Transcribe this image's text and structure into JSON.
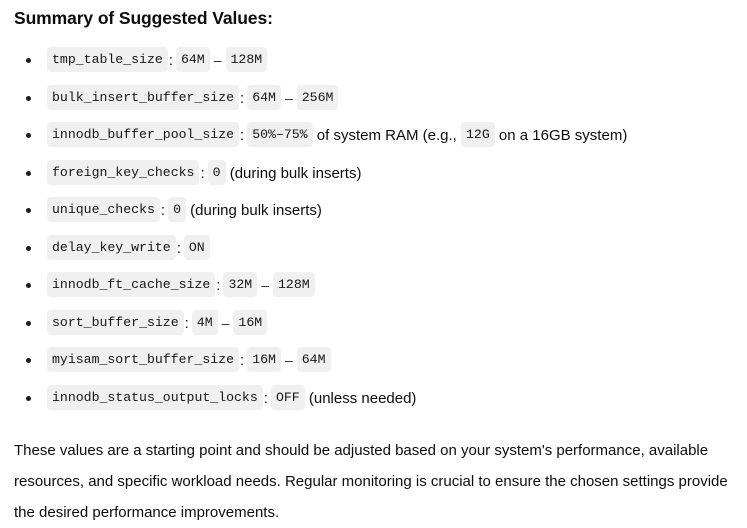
{
  "heading": "Summary of Suggested Values:",
  "list": {
    "bullet_glyph": "•",
    "items": [
      {
        "param": "tmp_table_size",
        "colon": ":",
        "value_low": "64M",
        "dash": "–",
        "value_high": "128M",
        "note": ""
      },
      {
        "param": "bulk_insert_buffer_size",
        "colon": ":",
        "value_low": "64M",
        "dash": "–",
        "value_high": "256M",
        "note": ""
      },
      {
        "param": "innodb_buffer_pool_size",
        "colon": ":",
        "value_low": "50%–75%",
        "dash": "",
        "value_high": "",
        "note": "of system RAM (e.g.,",
        "extra_chip": "12G",
        "note_tail": "on a 16GB system)"
      },
      {
        "param": "foreign_key_checks",
        "colon": ":",
        "value_low": "0",
        "dash": "",
        "value_high": "",
        "note": "(during bulk inserts)"
      },
      {
        "param": "unique_checks",
        "colon": ":",
        "value_low": "0",
        "dash": "",
        "value_high": "",
        "note": "(during bulk inserts)"
      },
      {
        "param": "delay_key_write",
        "colon": ":",
        "value_low": "ON",
        "dash": "",
        "value_high": "",
        "note": ""
      },
      {
        "param": "innodb_ft_cache_size",
        "colon": ":",
        "value_low": "32M",
        "dash": "–",
        "value_high": "128M",
        "note": ""
      },
      {
        "param": "sort_buffer_size",
        "colon": ":",
        "value_low": "4M",
        "dash": "–",
        "value_high": "16M",
        "note": ""
      },
      {
        "param": "myisam_sort_buffer_size",
        "colon": ":",
        "value_low": "16M",
        "dash": "–",
        "value_high": "64M",
        "note": ""
      },
      {
        "param": "innodb_status_output_locks",
        "colon": ":",
        "value_low": "OFF",
        "dash": "",
        "value_high": "",
        "note": "(unless needed)"
      }
    ]
  },
  "closing_paragraph": "These values are a starting point and should be adjusted based on your system's performance, available resources, and specific workload needs. Regular monitoring is crucial to ensure the chosen settings provide the desired performance improvements.",
  "colors": {
    "page_background": "#ffffff",
    "text": "#0d0d0d",
    "chip_background": "#f0f0f0",
    "chip_text": "#161616",
    "bullet": "#1b1b1b"
  }
}
